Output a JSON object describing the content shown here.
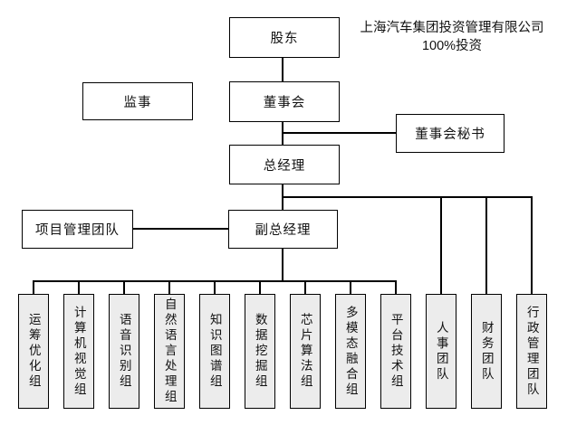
{
  "diagram": {
    "annotation": {
      "line1": "上海汽车集团投资管理有限公司",
      "line2": "100%投资"
    },
    "nodes": {
      "shareholder": "股东",
      "supervisor": "监事",
      "board": "董事会",
      "board_secretary": "董事会秘书",
      "general_manager": "总经理",
      "project_management_team": "项目管理团队",
      "deputy_general_manager": "副总经理"
    },
    "groups": [
      "运筹优化组",
      "计算机视觉组",
      "语音识别组",
      "自然语言处理组",
      "知识图谱组",
      "数据挖掘组",
      "芯片算法组",
      "多模态融合组",
      "平台技术组",
      "人事团队",
      "财务团队",
      "行政管理团队"
    ],
    "colors": {
      "background": "#ffffff",
      "node_fill": "#ffffff",
      "group_fill": "#ececec",
      "border": "#000000",
      "text": "#111111"
    }
  }
}
